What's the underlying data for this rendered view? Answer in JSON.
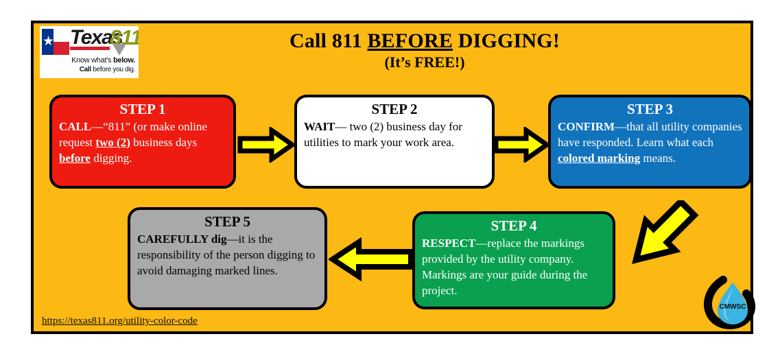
{
  "poster": {
    "background_color": "#fcb813",
    "border_color": "#000000"
  },
  "logo": {
    "name": "texas811-logo",
    "word_texas": "Texas",
    "word_811": "811",
    "tagline_line1_plain": "Know what's ",
    "tagline_line1_bold": "below.",
    "tagline_line2_bold": "Call",
    "tagline_line2_plain": " before you dig."
  },
  "title": {
    "main_before": "Call 811 ",
    "main_underlined": "BEFORE",
    "main_after": " DIGGING!",
    "sub": "(It’s FREE!)"
  },
  "steps": [
    {
      "id": "step1",
      "title": "STEP 1",
      "color": "#ee1b11",
      "text_color": "#ffffff",
      "segments": [
        {
          "text": "CALL",
          "style": "bold"
        },
        {
          "text": "—“811” (or make online request ",
          "style": "plain"
        },
        {
          "text": "two (2)",
          "style": "bold-underline"
        },
        {
          "text": " business days ",
          "style": "plain"
        },
        {
          "text": "before",
          "style": "bold-underline"
        },
        {
          "text": " digging.",
          "style": "plain"
        }
      ],
      "plain_text": "CALL—“811” (or make online request two (2) business days before digging."
    },
    {
      "id": "step2",
      "title": "STEP 2",
      "color": "#ffffff",
      "text_color": "#000000",
      "segments": [
        {
          "text": "WAIT",
          "style": "bold"
        },
        {
          "text": "— two (2) business day for utilities to mark your work area.",
          "style": "plain"
        }
      ],
      "plain_text": "WAIT— two (2) business day for utilities to mark your work area."
    },
    {
      "id": "step3",
      "title": "STEP 3",
      "color": "#1273bd",
      "text_color": "#ffffff",
      "segments": [
        {
          "text": "CONFIRM",
          "style": "bold"
        },
        {
          "text": "—that all utility companies have responded. Learn what each ",
          "style": "plain"
        },
        {
          "text": "colored marking",
          "style": "bold-underline"
        },
        {
          "text": " means.",
          "style": "plain"
        }
      ],
      "plain_text": "CONFIRM—that all utility companies have responded. Learn what each colored marking means."
    },
    {
      "id": "step4",
      "title": "STEP 4",
      "color": "#0aa050",
      "text_color": "#ffffff",
      "segments": [
        {
          "text": "RESPECT",
          "style": "bold"
        },
        {
          "text": "—replace the markings provided by the utility company.  Markings are your guide during the project.",
          "style": "plain"
        }
      ],
      "plain_text": "RESPECT—replace the markings provided by the utility company.  Markings are your guide during the project."
    },
    {
      "id": "step5",
      "title": "STEP 5",
      "color": "#a9a9a9",
      "text_color": "#000000",
      "segments": [
        {
          "text": "CAREFULLY dig",
          "style": "bold"
        },
        {
          "text": "—it is the responsibility of the person digging to avoid damaging marked lines.",
          "style": "plain"
        }
      ],
      "plain_text": "CAREFULLY dig—it is the responsibility of the person digging to avoid damaging marked lines."
    }
  ],
  "arrows": [
    {
      "name": "arrow-step1-to-step2",
      "direction": "right",
      "fill": "#ffff00",
      "outline": "#000000"
    },
    {
      "name": "arrow-step2-to-step3",
      "direction": "right",
      "fill": "#ffff00",
      "outline": "#000000"
    },
    {
      "name": "arrow-step3-to-step4",
      "direction": "down-left",
      "fill": "#ffff00",
      "outline": "#000000"
    },
    {
      "name": "arrow-step4-to-step5",
      "direction": "left",
      "fill": "#ffff00",
      "outline": "#000000"
    }
  ],
  "url": {
    "label": "https://texas811.org/utility-color-code"
  },
  "cmwsc": {
    "label": "CMWSC",
    "droplet_color": "#3ab4e3",
    "swoosh_color": "#000000"
  }
}
